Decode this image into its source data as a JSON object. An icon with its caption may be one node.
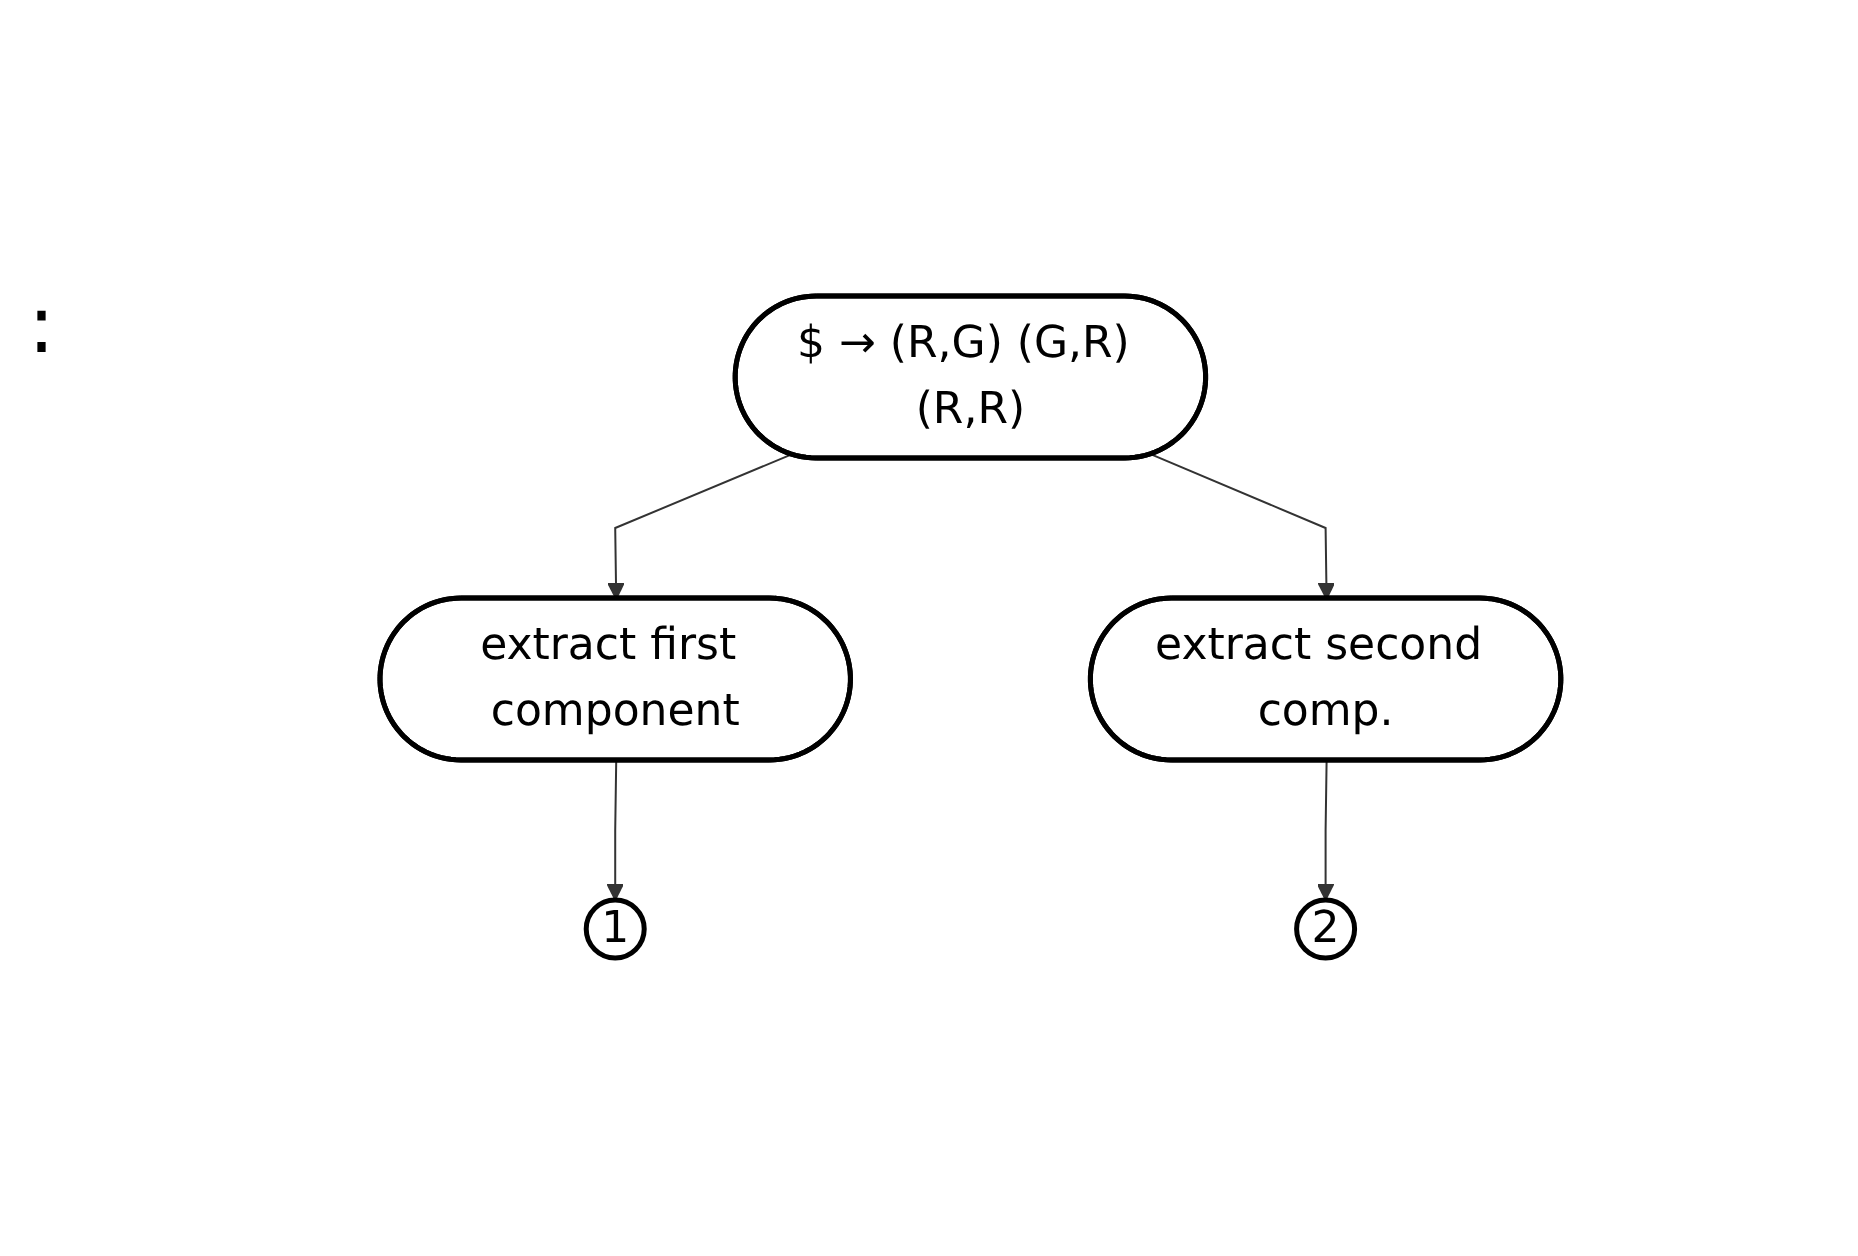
{
  "diagram": {
    "nodes": [
      {
        "text": [
          "$ → (R,G) (G,R) (R,R)"
        ]
      },
      {
        "text": [
          "extract first component"
        ]
      },
      {
        "text": [
          "extract second comp."
        ]
      },
      {
        "text": [
          "1"
        ]
      },
      {
        "text": [
          "2"
        ]
      }
    ],
    "edges": [
      {
        "from": 0,
        "to": 1,
        "arrow": "to"
      },
      {
        "from": 0,
        "to": 2,
        "arrow": "to"
      },
      {
        "from": 1,
        "to": 3,
        "arrow": "to"
      },
      {
        "from": 2,
        "to": 4,
        "arrow": "to"
      }
    ],
    "labels": [
      ":"
    ]
  }
}
